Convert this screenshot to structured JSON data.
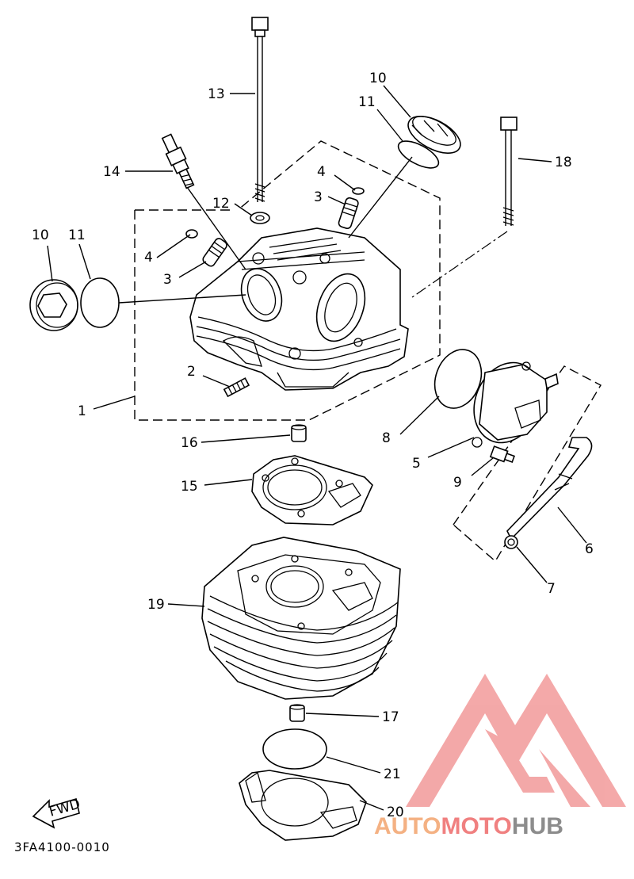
{
  "diagram": {
    "code": "3FA4100-0010",
    "fwd": "FWD",
    "callouts": [
      {
        "id": "c1",
        "label": "1"
      },
      {
        "id": "c2",
        "label": "2"
      },
      {
        "id": "c3a",
        "label": "3"
      },
      {
        "id": "c3b",
        "label": "3"
      },
      {
        "id": "c4a",
        "label": "4"
      },
      {
        "id": "c4b",
        "label": "4"
      },
      {
        "id": "c5",
        "label": "5"
      },
      {
        "id": "c6",
        "label": "6"
      },
      {
        "id": "c7",
        "label": "7"
      },
      {
        "id": "c8",
        "label": "8"
      },
      {
        "id": "c9",
        "label": "9"
      },
      {
        "id": "c10a",
        "label": "10"
      },
      {
        "id": "c10b",
        "label": "10"
      },
      {
        "id": "c11a",
        "label": "11"
      },
      {
        "id": "c11b",
        "label": "11"
      },
      {
        "id": "c12",
        "label": "12"
      },
      {
        "id": "c13",
        "label": "13"
      },
      {
        "id": "c14",
        "label": "14"
      },
      {
        "id": "c15",
        "label": "15"
      },
      {
        "id": "c16",
        "label": "16"
      },
      {
        "id": "c17",
        "label": "17"
      },
      {
        "id": "c18",
        "label": "18"
      },
      {
        "id": "c19",
        "label": "19"
      },
      {
        "id": "c20",
        "label": "20"
      },
      {
        "id": "c21",
        "label": "21"
      }
    ]
  },
  "watermark": {
    "part1": "AUTO",
    "part2": "MOTO",
    "part3": "HUB",
    "color_orange": "#f4b183",
    "color_red": "#f08080",
    "color_gray": "#8c8c8c",
    "logo_color": "#f29a9a"
  }
}
